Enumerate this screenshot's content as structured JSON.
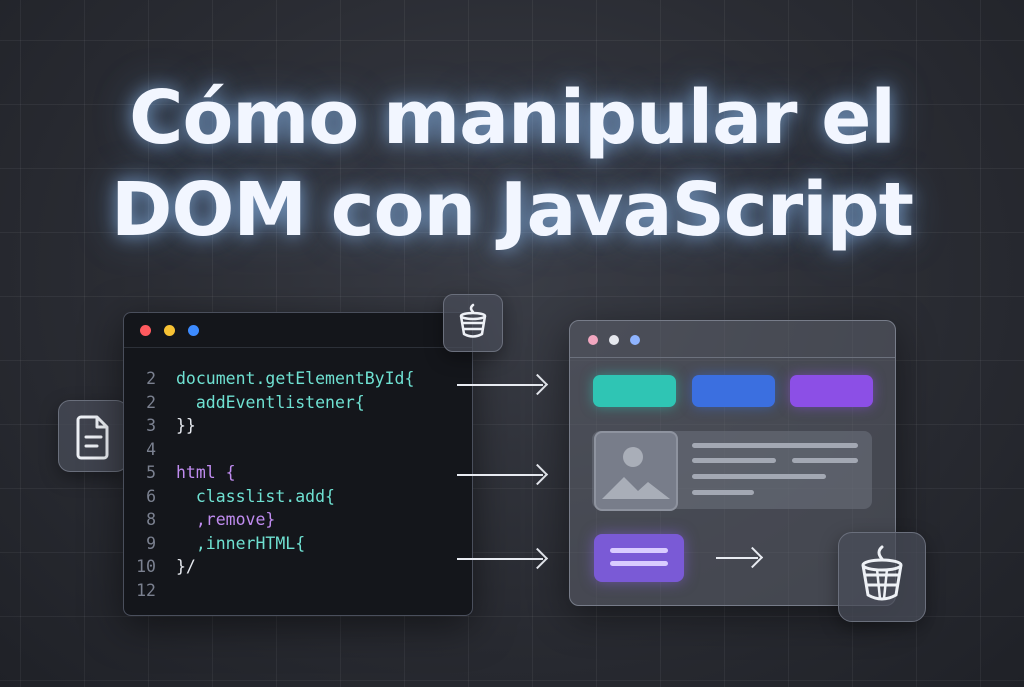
{
  "title": {
    "line1": "Cómo manipular el",
    "line2": "DOM con JavaScript"
  },
  "code_window": {
    "dot_colors": [
      "#ff5a5f",
      "#f7c234",
      "#3d8bff"
    ],
    "lines": [
      {
        "num": "2",
        "text": "document.getElementById{",
        "color": "teal"
      },
      {
        "num": "2",
        "text": "  addEventlistener{",
        "color": "teal"
      },
      {
        "num": "3",
        "text": "}}",
        "color": "white"
      },
      {
        "num": "4",
        "text": "",
        "color": "white"
      },
      {
        "num": "5",
        "text": "html {",
        "color": "purple"
      },
      {
        "num": "6",
        "text": "  classlist.add{",
        "color": "teal"
      },
      {
        "num": "8",
        "text": "  ,remove}",
        "color": "purple"
      },
      {
        "num": "9",
        "text": "  ,innerHTML{",
        "color": "teal"
      },
      {
        "num": "10",
        "text": "}/",
        "color": "white"
      },
      {
        "num": "12",
        "text": "",
        "color": "white"
      }
    ]
  },
  "browser_window": {
    "dot_colors": [
      "#f2a7c0",
      "#e6e8ee",
      "#8fb4ff"
    ],
    "chip_colors": [
      "#2fc5b4",
      "#3b6fe0",
      "#8c4fe6"
    ],
    "button_color": "#7a5ad6"
  },
  "icons": {
    "document": "document-icon",
    "bucket_small": "bucket-icon",
    "bucket_large": "bucket-icon"
  }
}
